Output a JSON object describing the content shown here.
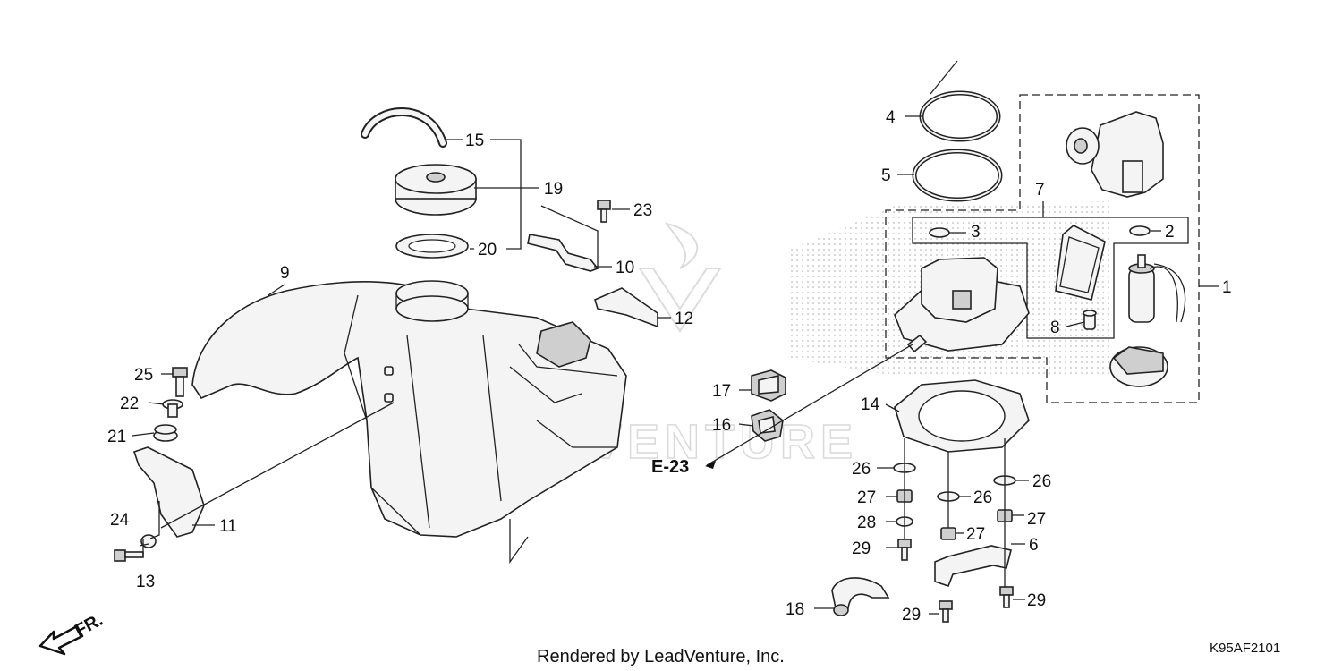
{
  "diagram": {
    "labels": [
      "1",
      "2",
      "3",
      "4",
      "5",
      "6",
      "7",
      "8",
      "9",
      "10",
      "11",
      "12",
      "13",
      "14",
      "15",
      "16",
      "17",
      "18",
      "19",
      "20",
      "21",
      "22",
      "23",
      "24",
      "25",
      "26",
      "27",
      "28",
      "29"
    ],
    "reference": "E-23",
    "direction_marker": "FR.",
    "watermark": "LEADVENTURE",
    "footer_credit": "Rendered by LeadVenture, Inc.",
    "diagram_code": "K95AF2101"
  }
}
